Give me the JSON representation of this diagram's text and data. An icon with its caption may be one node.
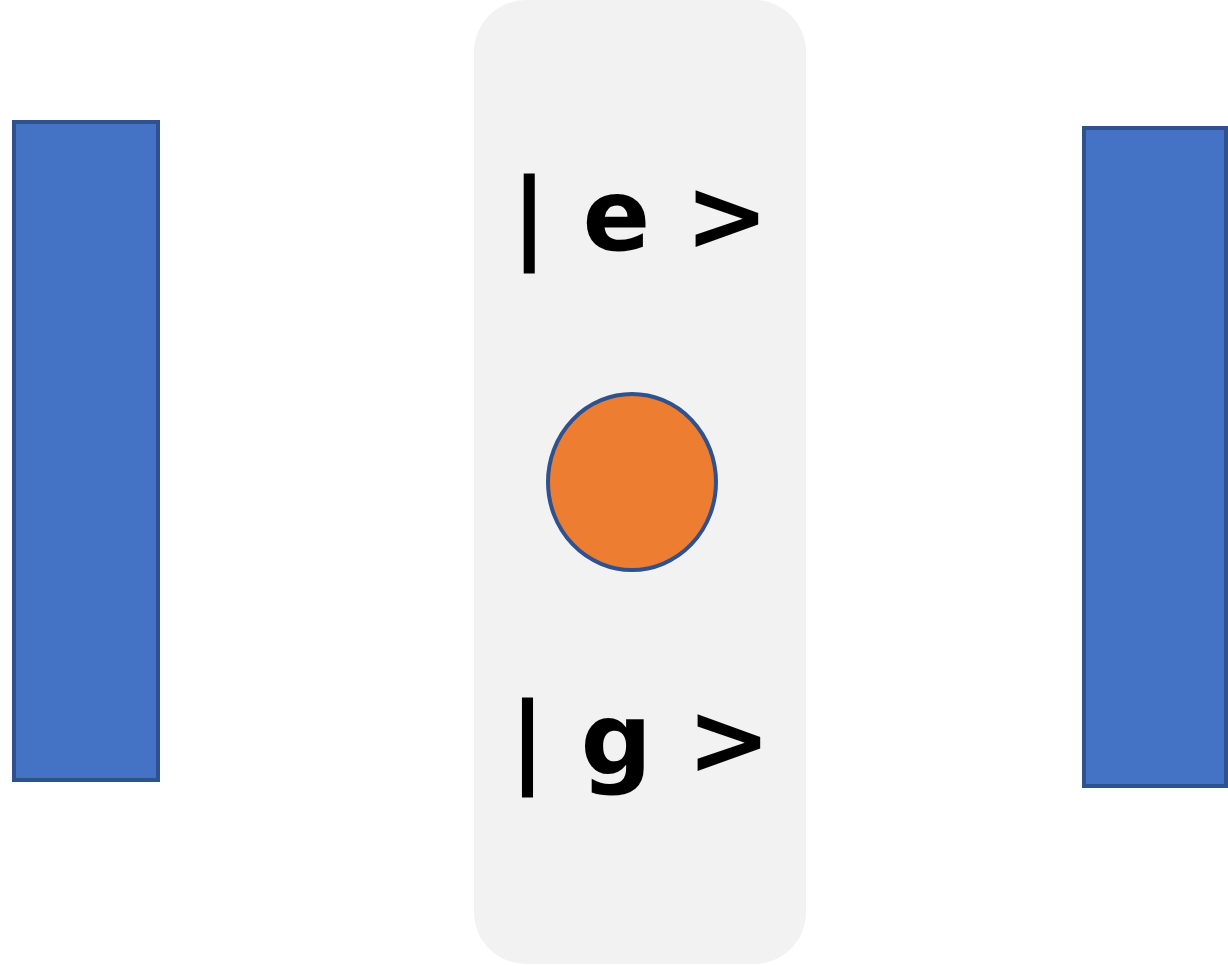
{
  "diagram": {
    "nodes": [
      {
        "text": [],
        "shape": "bar"
      },
      {
        "text": [
          "| e >",
          "| g >"
        ]
      },
      {
        "text": [],
        "shape": "circle",
        "in": 1
      },
      {
        "text": [],
        "shape": "bar"
      }
    ]
  }
}
